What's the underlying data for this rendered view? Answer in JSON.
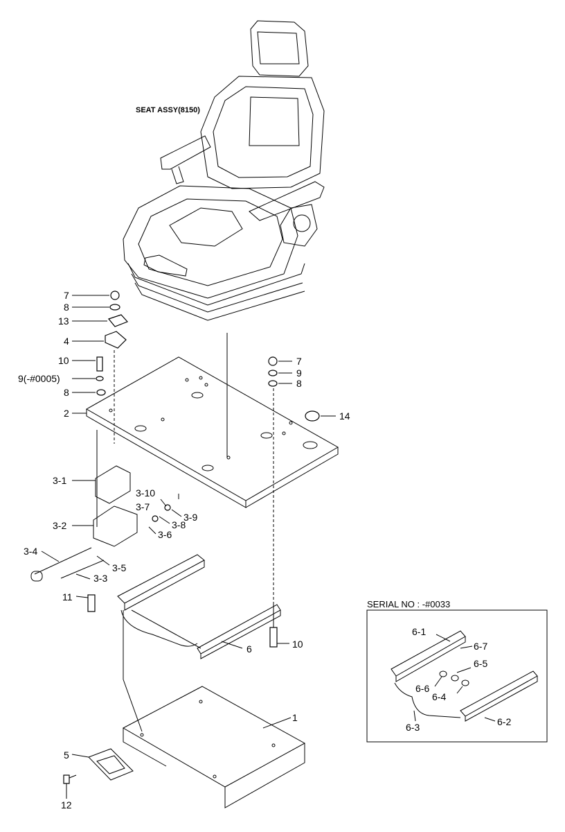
{
  "title": "SEAT ASSY(8150)",
  "inset": {
    "label": "SERIAL NO : -#0033"
  },
  "labels": {
    "p7a": "7",
    "p8a": "8",
    "p13": "13",
    "p4": "4",
    "p10a": "10",
    "p9a": "9(-#0005)",
    "p8b": "8",
    "p2": "2",
    "p7b": "7",
    "p9b": "9",
    "p8c": "8",
    "p14": "14",
    "p3_1": "3-1",
    "p3_10": "3-10",
    "p3_7": "3-7",
    "p3_2": "3-2",
    "p3_8": "3-8",
    "p3_9": "3-9",
    "p3_6": "3-6",
    "p3_4": "3-4",
    "p3_5": "3-5",
    "p3_3": "3-3",
    "p11": "11",
    "p6": "6",
    "p10b": "10",
    "p1": "1",
    "p5": "5",
    "p12": "12",
    "p6_1": "6-1",
    "p6_7": "6-7",
    "p6_5": "6-5",
    "p6_6": "6-6",
    "p6_4": "6-4",
    "p6_3": "6-3",
    "p6_2": "6-2"
  }
}
